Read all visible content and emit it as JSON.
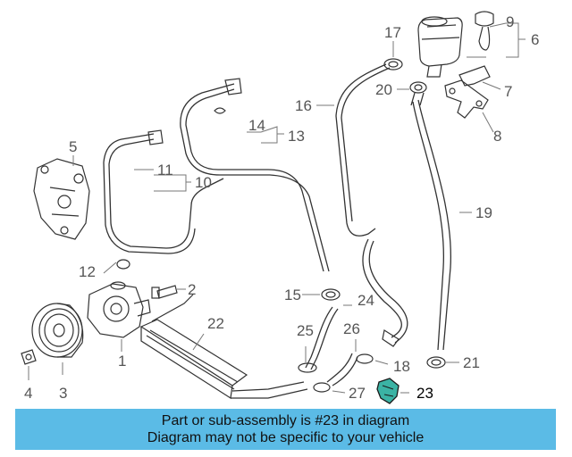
{
  "callouts": {
    "c1": "1",
    "c2": "2",
    "c3": "3",
    "c4": "4",
    "c5": "5",
    "c6": "6",
    "c7": "7",
    "c8": "8",
    "c9": "9",
    "c10": "10",
    "c11": "11",
    "c12": "12",
    "c13": "13",
    "c14": "14",
    "c15": "15",
    "c16": "16",
    "c17": "17",
    "c18": "18",
    "c19": "19",
    "c20": "20",
    "c21": "21",
    "c22": "22",
    "c23": "23",
    "c24": "24",
    "c25": "25",
    "c26": "26",
    "c27": "27"
  },
  "banner": {
    "line1": "Part or sub-assembly is #23 in diagram",
    "line2": "Diagram may not be specific to your vehicle"
  },
  "colors": {
    "banner": "#5bbbe6",
    "highlight": "#3bb3a4"
  }
}
